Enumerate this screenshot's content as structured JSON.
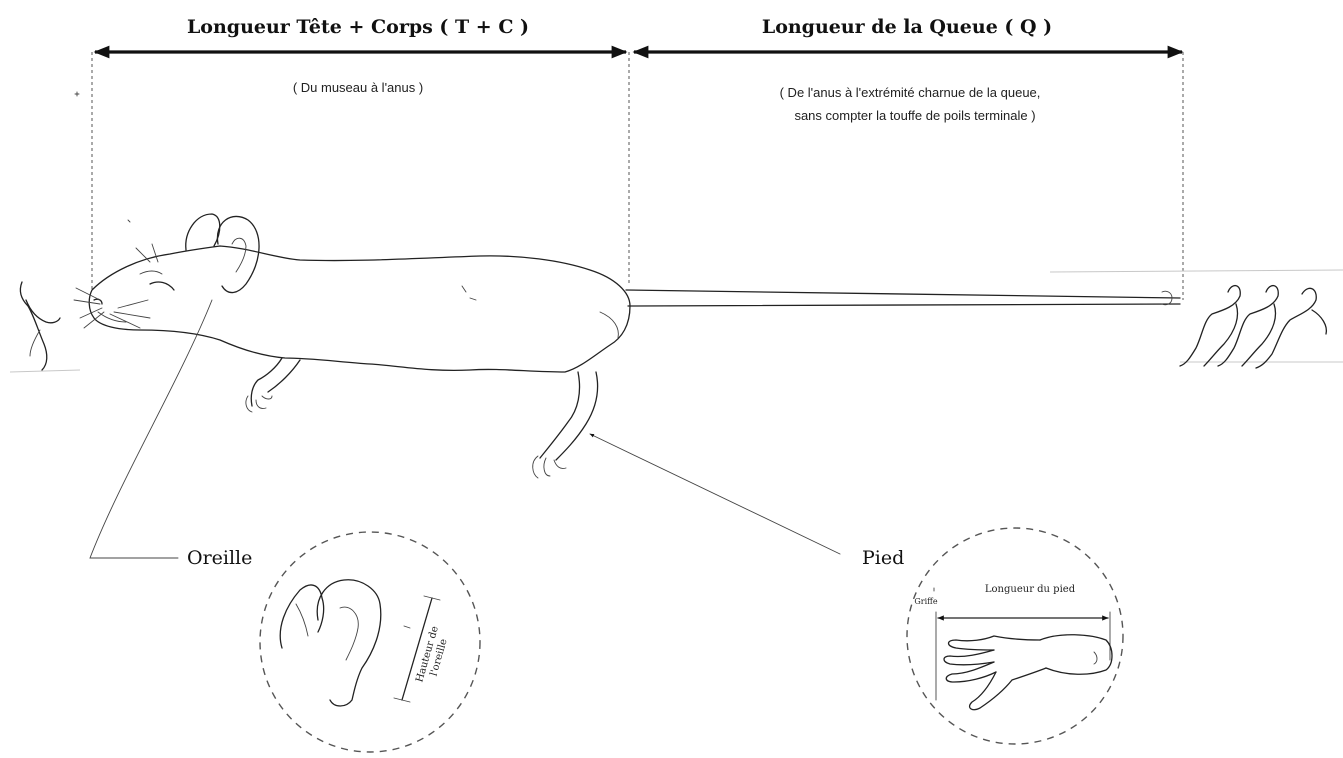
{
  "measurements": {
    "head_body": {
      "title": "Longueur Tête + Corps ( T + C )",
      "note": "( Du museau à l'anus )"
    },
    "tail": {
      "title": "Longueur de la Queue ( Q )",
      "note_line1": "( De l'anus à l'extrémité charnue de la queue,",
      "note_line2": "sans compter la touffe de poils terminale )"
    }
  },
  "callouts": {
    "ear": {
      "label": "Oreille",
      "detail_label_line1": "Hauteur de",
      "detail_label_line2": "l'oreille"
    },
    "foot": {
      "label": "Pied",
      "detail_label": "Longueur du pied",
      "claw_label": "Griffe"
    }
  },
  "colors": {
    "ink": "#111111",
    "paper": "#ffffff",
    "dash": "#555555"
  }
}
